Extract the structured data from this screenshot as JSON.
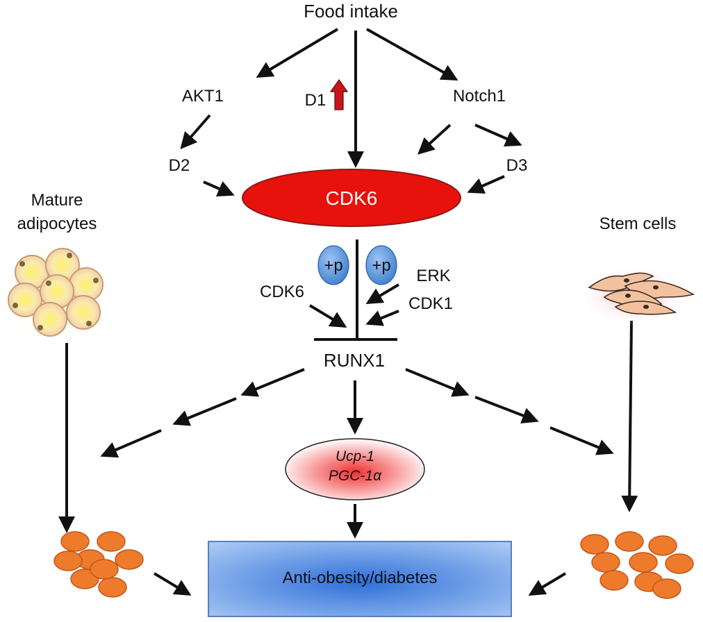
{
  "labels": {
    "food_intake": "Food intake",
    "akt1": "AKT1",
    "d1": "D1",
    "notch1": "Notch1",
    "d2": "D2",
    "d3": "D3",
    "cdk6_main": "CDK6",
    "mature_adipocytes_1": "Mature",
    "mature_adipocytes_2": "adipocytes",
    "stem_cells": "Stem cells",
    "phospho": "+p",
    "cdk6_left": "CDK6",
    "erk": "ERK",
    "cdk1": "CDK1",
    "runx1": "RUNX1",
    "ucp1": "Ucp-1",
    "pgc1a": "PGC-1α",
    "outcome": "Anti-obesity/diabetes"
  },
  "colors": {
    "cdk6_fill": "#e8120c",
    "d1_up_arrow": "#c8141a",
    "phospho_fill": "#5b95d8",
    "outcome_fill": "#8fb6ec",
    "brown_adipocyte": "#ee7a2c",
    "white_adipocyte": "#f5dcc0"
  }
}
